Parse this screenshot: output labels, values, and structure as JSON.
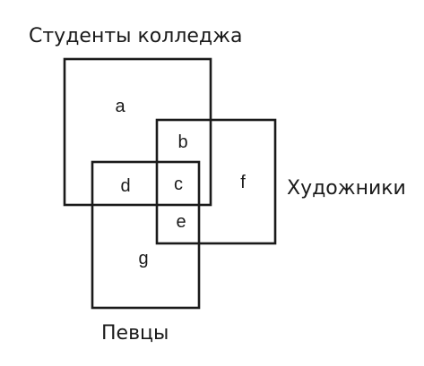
{
  "sets": {
    "students": "Студенты колледжа",
    "artists": "Художники",
    "singers": "Певцы"
  },
  "regions": {
    "a": "a",
    "b": "b",
    "c": "c",
    "d": "d",
    "e": "e",
    "f": "f",
    "g": "g"
  },
  "colors": {
    "stroke": "#1a1a1a",
    "background": "#ffffff"
  }
}
